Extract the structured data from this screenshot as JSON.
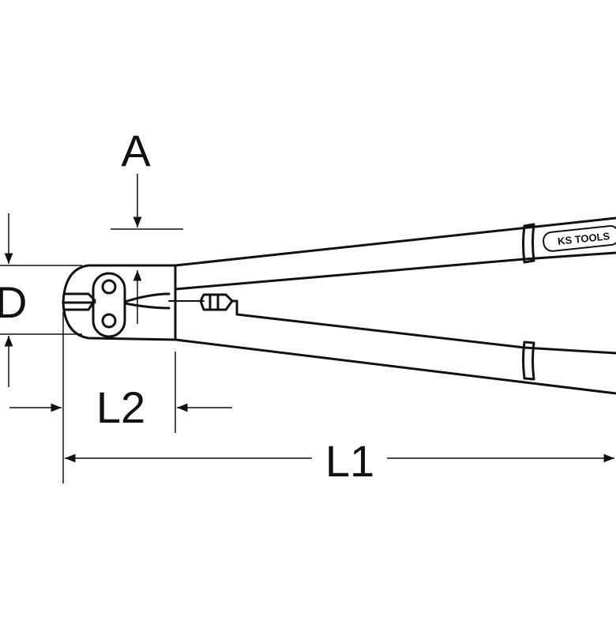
{
  "diagram": {
    "dimension_labels": {
      "A": "A",
      "D": "D",
      "L1": "L1",
      "L2": "L2"
    },
    "brand_logo": "KS TOOLS",
    "colors": {
      "line": "#111111",
      "background": "#ffffff"
    }
  }
}
